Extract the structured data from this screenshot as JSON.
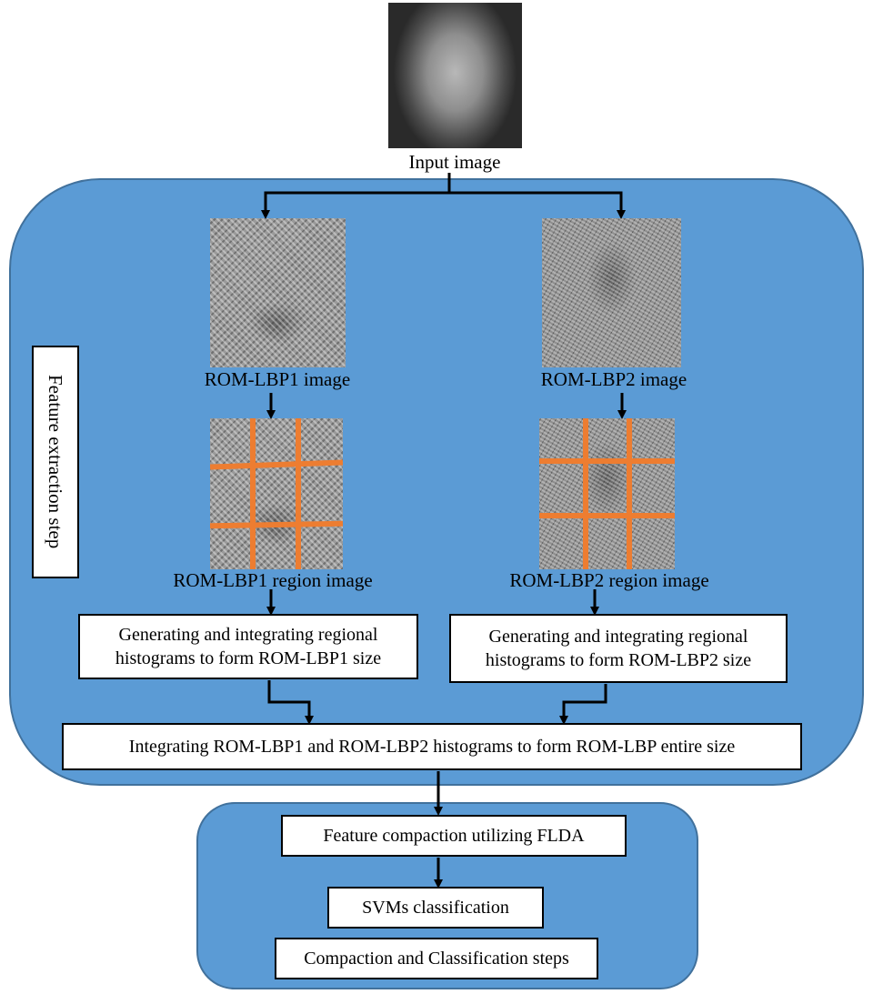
{
  "diagram": {
    "input_label": "Input image",
    "rom1_image_label": "ROM-LBP1 image",
    "rom2_image_label": "ROM-LBP2 image",
    "rom1_region_label": "ROM-LBP1 region image",
    "rom2_region_label": "ROM-LBP2 region image",
    "box_hist1": "Generating and integrating regional histograms to form ROM-LBP1 size",
    "box_hist2": "Generating and integrating regional histograms to form ROM-LBP2 size",
    "box_integrate": "Integrating ROM-LBP1 and ROM-LBP2 histograms to form ROM-LBP entire size",
    "feature_step_label": "Feature extraction step",
    "box_flda": "Feature compaction utilizing FLDA",
    "box_svm": "SVMs classification",
    "box_compaction_steps": "Compaction and Classification steps"
  },
  "colors": {
    "panel_fill": "#5b9bd5",
    "panel_border": "#41719c",
    "grid_lines": "#ed7d31"
  }
}
